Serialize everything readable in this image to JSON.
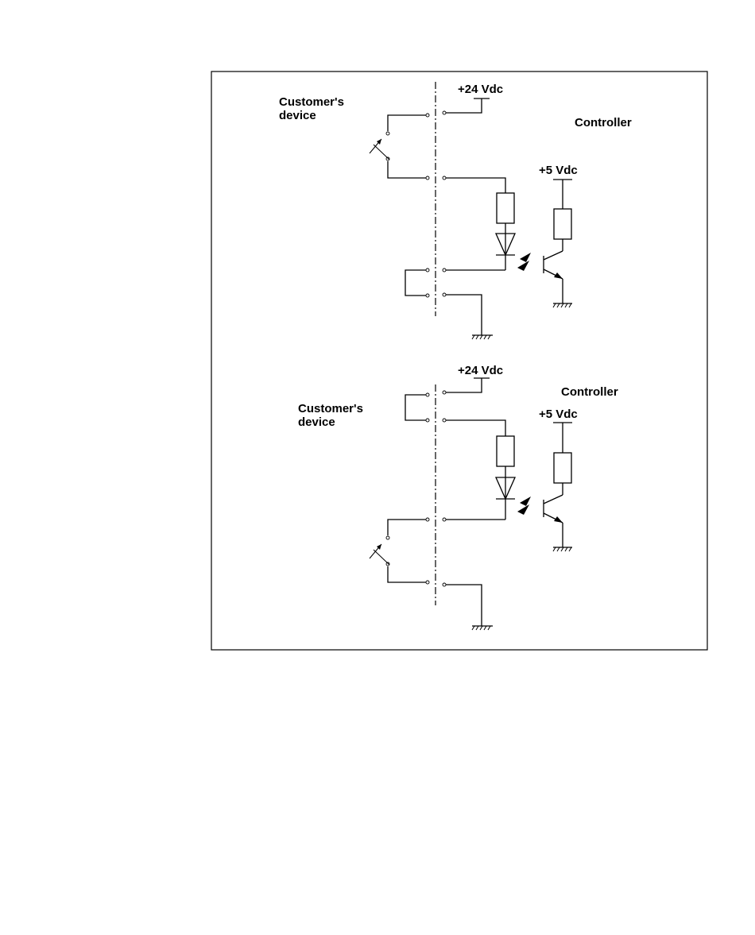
{
  "colors": {
    "line": "#000000",
    "background": "#ffffff"
  },
  "circuits": [
    {
      "customer_label": [
        "Customer's",
        "device"
      ],
      "controller_label": "Controller",
      "supply_24": "+24 Vdc",
      "supply_5": "+5 Vdc"
    },
    {
      "customer_label": [
        "Customer's",
        "device"
      ],
      "controller_label": "Controller",
      "supply_24": "+24 Vdc",
      "supply_5": "+5 Vdc"
    }
  ]
}
